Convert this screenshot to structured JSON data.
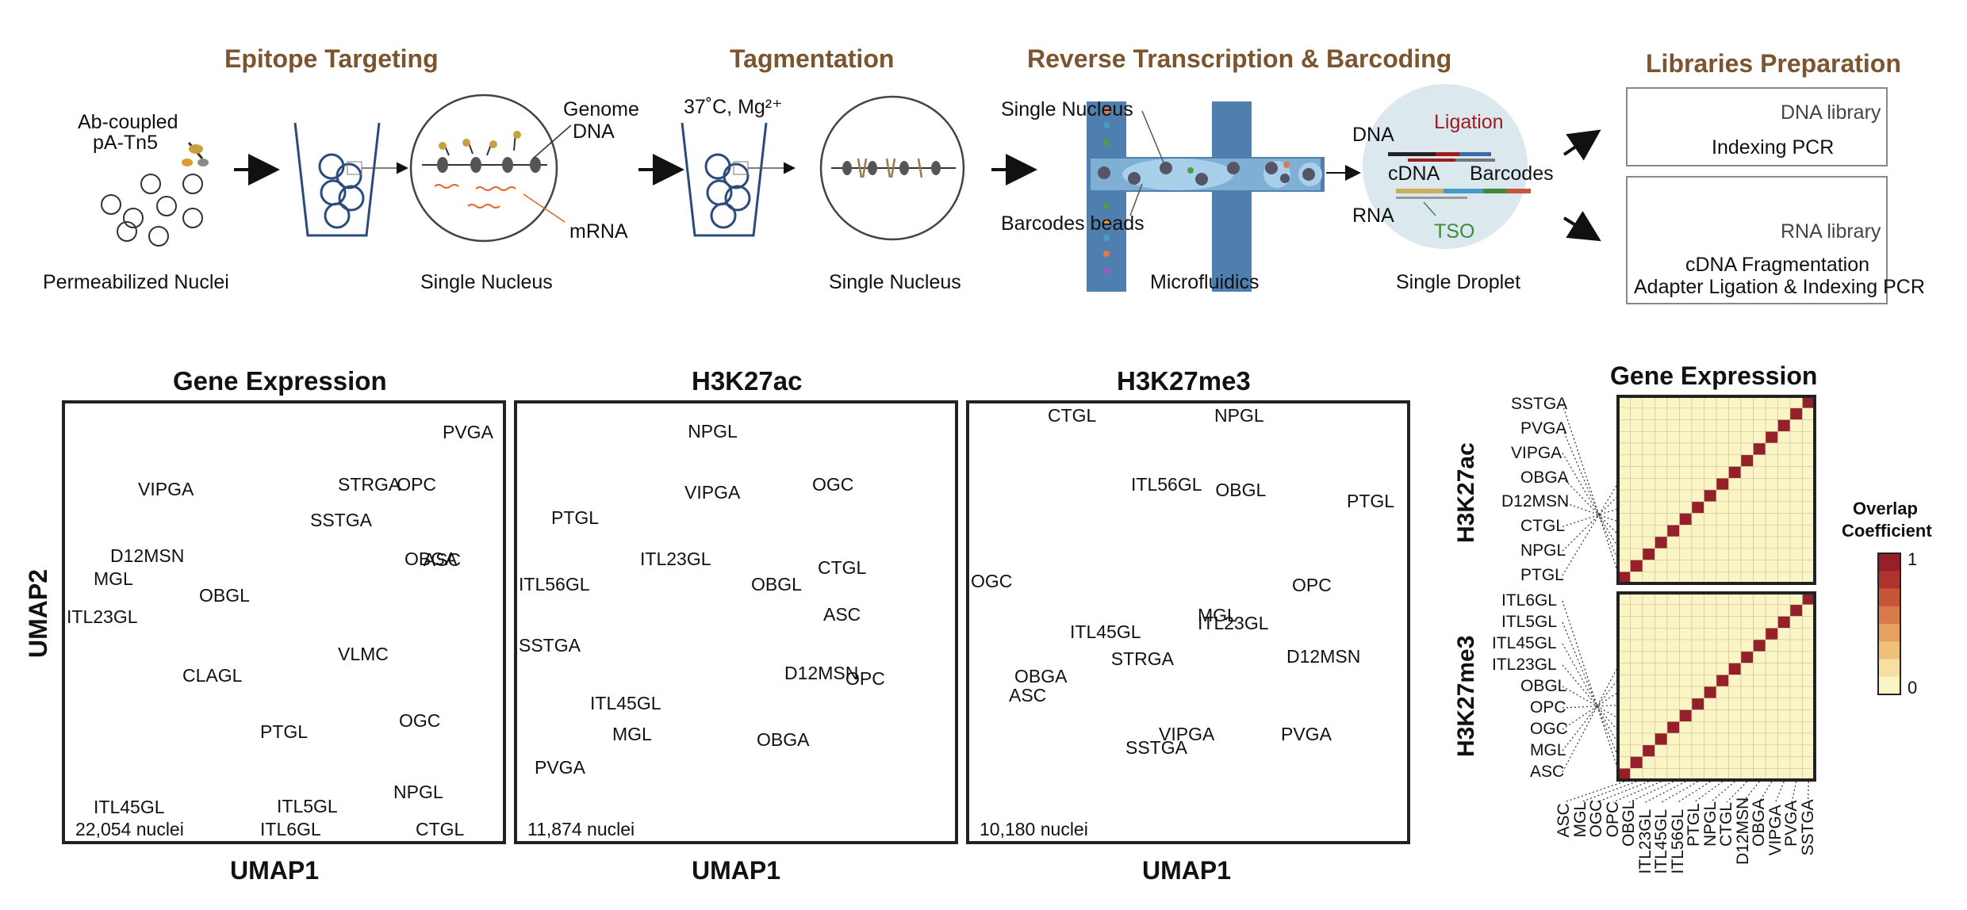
{
  "workflow": {
    "steps": [
      {
        "title": "Epitope Targeting",
        "caption1": "Permeabilized Nuclei",
        "caption2": "Single Nucleus"
      },
      {
        "title": "Tagmentation",
        "caption": "Single Nucleus"
      },
      {
        "title": "Reverse Transcription & Barcoding",
        "caption1": "Microfluidics",
        "caption2": "Single Droplet"
      },
      {
        "title": "Libraries Preparation"
      }
    ],
    "labels": {
      "ab_tn5_1": "Ab-coupled",
      "ab_tn5_2": "pA-Tn5",
      "genome_1": "Genome",
      "genome_2": "DNA",
      "mrna": "mRNA",
      "condition": "37˚C, Mg²⁺",
      "single_nucleus": "Single Nucleus",
      "barcodes_beads": "Barcodes beads",
      "dna": "DNA",
      "rna": "RNA",
      "ligation": "Ligation",
      "cdna": "cDNA",
      "barcodes": "Barcodes",
      "tso": "TSO",
      "dna_library": "DNA library",
      "indexing_pcr": "Indexing PCR",
      "rna_library": "RNA library",
      "cdna_frag": "cDNA Fragmentation",
      "adapter_lig": "Adapter Ligation & Indexing PCR"
    },
    "colors": {
      "title": "#7a5530",
      "ligation": "#a01c1c",
      "tso": "#3f8a3a"
    }
  },
  "umap": {
    "y_axis": "UMAP2",
    "x_axis": "UMAP1",
    "panels": [
      {
        "title": "Gene Expression",
        "count": "22,054 nuclei",
        "clusters": [
          "VIPGA",
          "SSTGA",
          "PVGA",
          "MGL",
          "STRGA",
          "D12MSN",
          "OBGA",
          "OPC",
          "ASC",
          "ITL23GL",
          "OBGL",
          "CLAGL",
          "PTGL",
          "VLMC",
          "OGC",
          "ITL45GL",
          "ITL5GL",
          "NPGL",
          "ITL6GL",
          "CTGL"
        ]
      },
      {
        "title": "H3K27ac",
        "count": "11,874 nuclei",
        "clusters": [
          "NPGL",
          "VIPGA",
          "OGC",
          "PTGL",
          "ITL23GL",
          "CTGL",
          "ITL56GL",
          "OBGL",
          "ASC",
          "SSTGA",
          "D12MSN",
          "ITL45GL",
          "OBGA",
          "OPC",
          "PVGA",
          "MGL"
        ]
      },
      {
        "title": "H3K27me3",
        "count": "10,180 nuclei",
        "clusters": [
          "CTGL",
          "NPGL",
          "ITL56GL",
          "OBGL",
          "PTGL",
          "OGC",
          "ITL45GL",
          "ITL23GL",
          "OPC",
          "MGL",
          "OBGA",
          "STRGA",
          "D12MSN",
          "ASC",
          "VIPGA",
          "SSTGA",
          "PVGA"
        ]
      }
    ]
  },
  "heatmap": {
    "title": "Gene Expression",
    "top_label": "H3K27ac",
    "bottom_label": "H3K27me3",
    "top_rows": [
      "SSTGA",
      "PVGA",
      "VIPGA",
      "OBGA",
      "D12MSN",
      "CTGL",
      "NPGL",
      "PTGL"
    ],
    "bottom_rows": [
      "ITL6GL",
      "ITL5GL",
      "ITL45GL",
      "ITL23GL",
      "OBGL",
      "OPC",
      "OGC",
      "MGL",
      "ASC"
    ],
    "columns": [
      "ASC",
      "MGL",
      "OGC",
      "OPC",
      "OBGL",
      "ITL23GL",
      "ITL45GL",
      "ITL56GL",
      "PTGL",
      "NPGL",
      "CTGL",
      "D12MSN",
      "OBGA",
      "VIPGA",
      "PVGA",
      "SSTGA"
    ],
    "legend": {
      "title1": "Overlap",
      "title2": "Coefficient",
      "max": "1",
      "min": "0",
      "colors": [
        "#fbf5c6",
        "#f6dfa0",
        "#efc07a",
        "#e6a05f",
        "#d97a4a",
        "#c75639",
        "#b0322e",
        "#96202a"
      ]
    }
  },
  "cluster_colors": {
    "VIPGA": "#4a7fb0",
    "SSTGA": "#5fb88a",
    "PVGA": "#3d7a4a",
    "MGL": "#d78fb8",
    "STRGA": "#a8d26c",
    "D12MSN": "#6ab1cf",
    "OBGA": "#3f8f6a",
    "OPC": "#a699d6",
    "ASC": "#7a2d8f",
    "ITL23GL": "#d89a9a",
    "OBGL": "#b04a4a",
    "CLAGL": "#c27870",
    "PTGL": "#9a4a2a",
    "VLMC": "#9a9a9a",
    "OGC": "#8a5aa8",
    "ITL45GL": "#d2a88a",
    "ITL5GL": "#c68a3c",
    "NPGL": "#c77a5a",
    "ITL6GL": "#8a2a3c",
    "CTGL": "#a88a3a",
    "ITL56GL": "#7a2a3a"
  }
}
